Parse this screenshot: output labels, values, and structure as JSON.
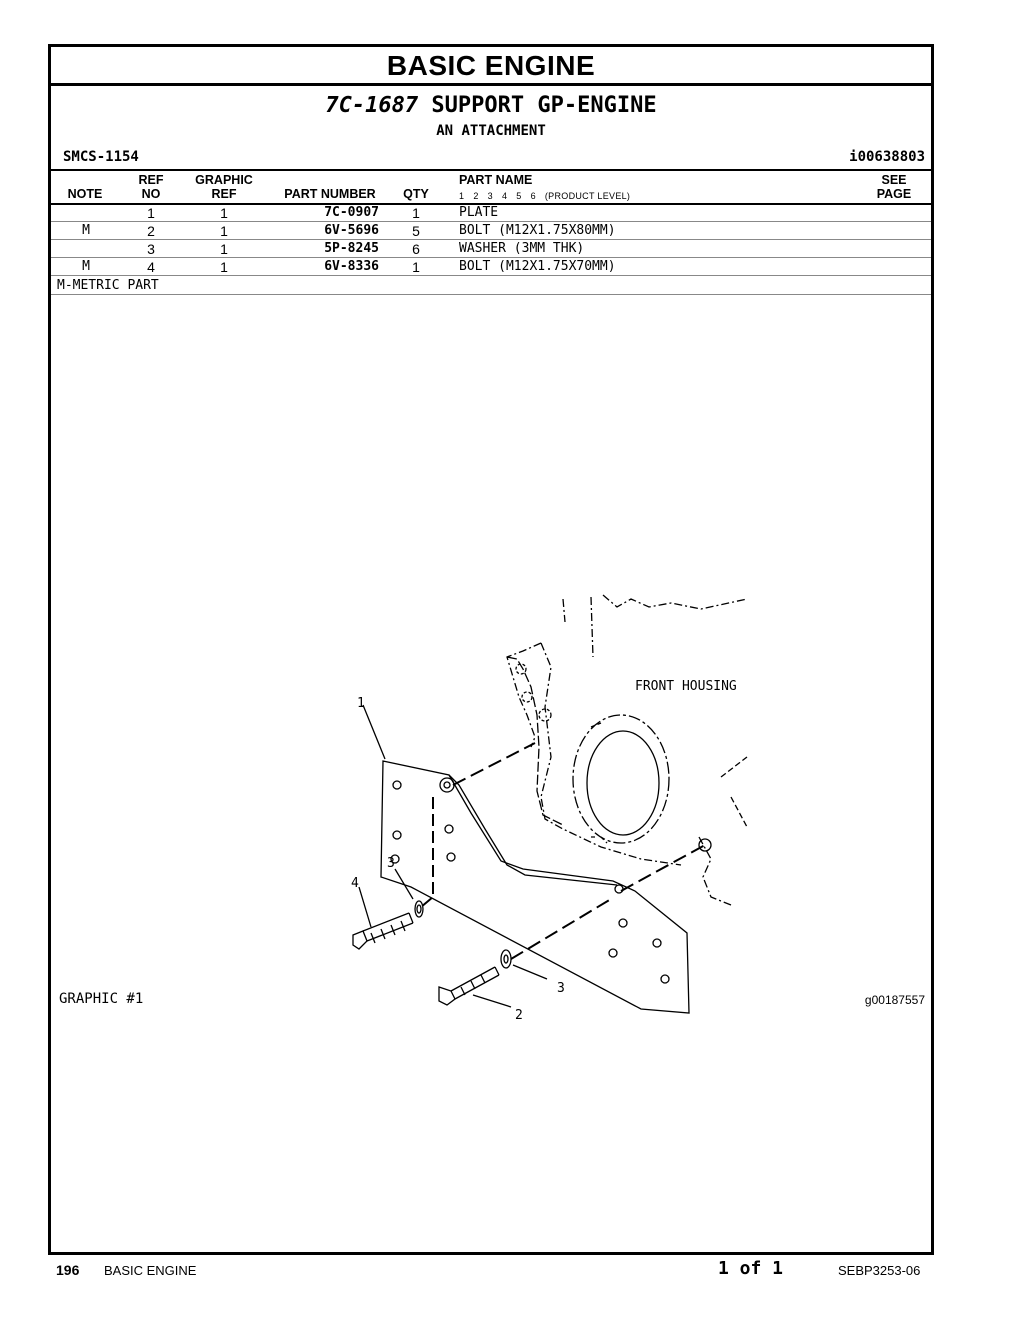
{
  "header": {
    "title": "BASIC ENGINE",
    "part_number": "7C-1687",
    "part_title": "SUPPORT GP-ENGINE",
    "subtitle": "AN ATTACHMENT",
    "smcs": "SMCS-1154",
    "info_id": "i00638803"
  },
  "table": {
    "headers": {
      "note": "NOTE",
      "ref": "REF",
      "no": "NO",
      "graphic": "GRAPHIC",
      "graphic_ref": "REF",
      "part_number": "PART NUMBER",
      "qty": "QTY",
      "part_name": "PART NAME",
      "levels": [
        "1",
        "2",
        "3",
        "4",
        "5",
        "6",
        "(PRODUCT LEVEL)"
      ],
      "see": "SEE",
      "page": "PAGE"
    },
    "rows": [
      {
        "note": "",
        "ref": "1",
        "graphic_ref": "1",
        "part_number": "7C-0907",
        "qty": "1",
        "part_name": "PLATE"
      },
      {
        "note": "M",
        "ref": "2",
        "graphic_ref": "1",
        "part_number": "6V-5696",
        "qty": "5",
        "part_name": "BOLT (M12X1.75X80MM)"
      },
      {
        "note": "",
        "ref": "3",
        "graphic_ref": "1",
        "part_number": "5P-8245",
        "qty": "6",
        "part_name": "WASHER (3MM THK)"
      },
      {
        "note": "M",
        "ref": "4",
        "graphic_ref": "1",
        "part_number": "6V-8336",
        "qty": "1",
        "part_name": "BOLT (M12X1.75X70MM)"
      }
    ],
    "note_legend": "M-METRIC PART"
  },
  "graphic": {
    "label": "GRAPHIC #1",
    "id": "g00187557",
    "callouts": {
      "housing": "FRONT HOUSING",
      "c1": "1",
      "c2": "2",
      "c3a": "3",
      "c3b": "3",
      "c4": "4"
    }
  },
  "footer": {
    "page_number": "196",
    "section": "BASIC ENGINE",
    "page_count": "1 of 1",
    "doc_id": "SEBP3253-06"
  }
}
